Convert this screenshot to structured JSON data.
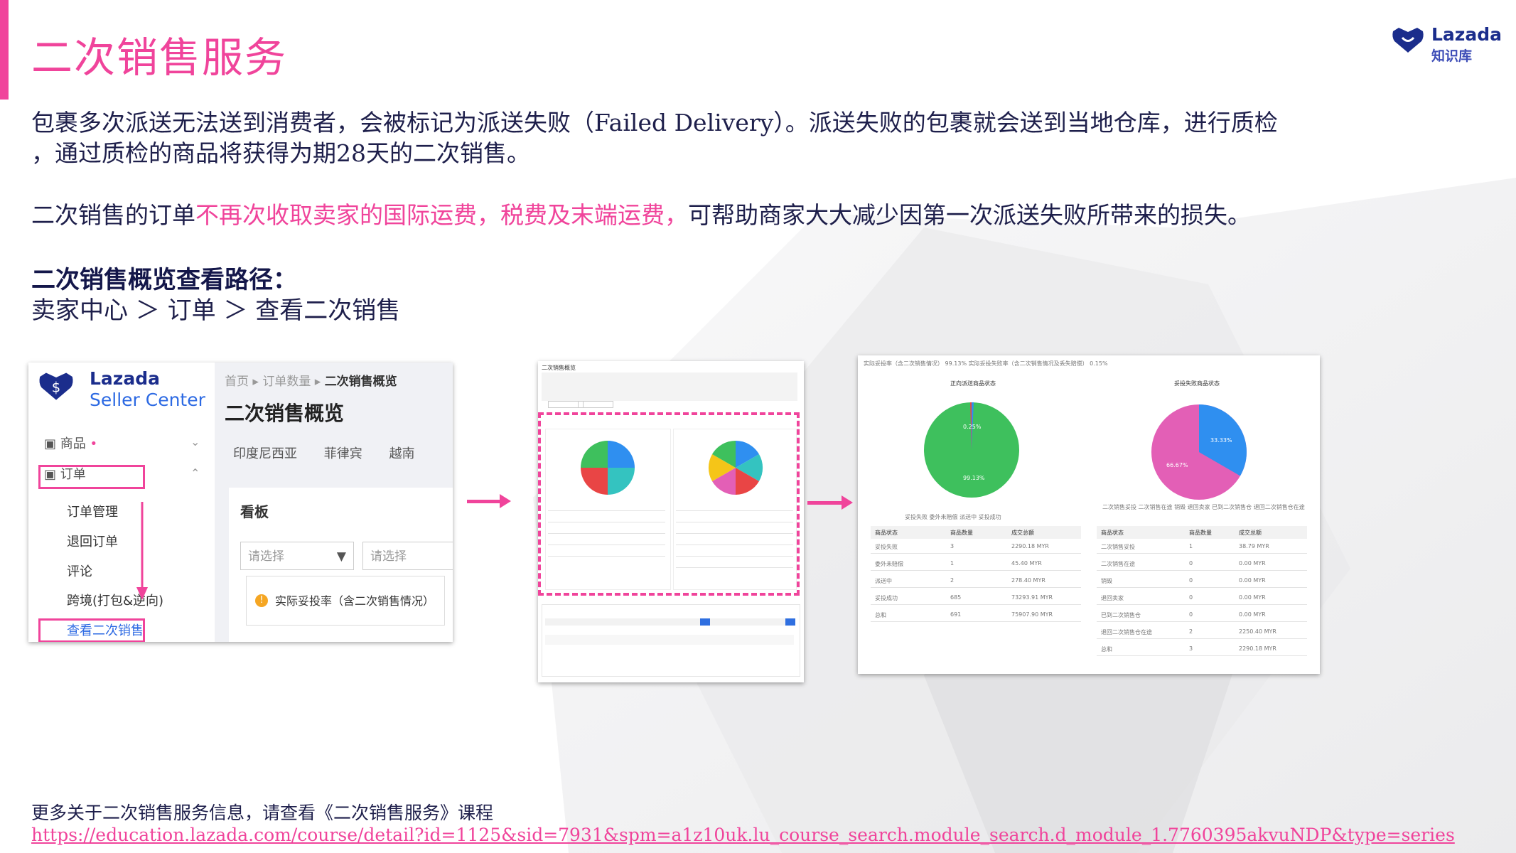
{
  "title": "二次销售服务",
  "logo": {
    "brand": "Lazada",
    "sub": "知识库"
  },
  "intro": {
    "line1": "包裹多次派送无法送到消费者，会被标记为派送失败（Failed Delivery）。派送失败的包裹就会送到当地仓库，进行质检",
    "line2": "，通过质检的商品将获得为期28天的二次销售。",
    "line3_prefix": "二次销售的订单",
    "line3_highlight": "不再次收取卖家的国际运费，税费及末端运费，",
    "line3_suffix": "可帮助商家大大减少因第一次派送失败所带来的损失。"
  },
  "path": {
    "heading": "二次销售概览查看路径：",
    "steps": "卖家中心 ＞ 订单 ＞ 查看二次销售"
  },
  "screenshot1": {
    "brand": "Lazada",
    "seller_center": "Seller Center",
    "menu": {
      "products": "商品",
      "orders": "订单",
      "order_mgmt": "订单管理",
      "returns": "退回订单",
      "reviews": "评论",
      "crossborder": "跨境(打包&逆向)",
      "view_resale": "查看二次销售"
    },
    "breadcrumb": {
      "home": "首页",
      "orders": "订单数量",
      "current": "二次销售概览"
    },
    "heading": "二次销售概览",
    "tabs": [
      "印度尼西亚",
      "菲律宾",
      "越南"
    ],
    "board_title": "看板",
    "select1": "请选择",
    "select2": "请选择",
    "notice": "实际妥投率（含二次销售情况）"
  },
  "screenshot2": {
    "title": "二次销售概览"
  },
  "screenshot3": {
    "header": "实际妥投率（含二次销售情况） 99.13%   实际妥投失败率（含二次销售情况及丢失赔偿） 0.15%",
    "left_chart_title": "正向派送商品状态",
    "right_chart_title": "妥投失败商品状态",
    "left_pie_labels": [
      "0.25%",
      "99.13%"
    ],
    "right_pie_labels": [
      "33.33%",
      "66.67%"
    ],
    "left_legend": "妥投失败  委外未赔偿  派送中  妥投成功",
    "right_legend": "二次销售妥投  二次销售在途  销毁  退回卖家  已到二次销售仓  退回二次销售仓在途",
    "table_headers": [
      "商品状态",
      "商品数量",
      "成交总额"
    ],
    "left_rows": [
      [
        "妥投失败",
        "3",
        "2290.18 MYR"
      ],
      [
        "委外未赔偿",
        "1",
        "45.40 MYR"
      ],
      [
        "派送中",
        "2",
        "278.40 MYR"
      ],
      [
        "妥投成功",
        "685",
        "73293.91 MYR"
      ],
      [
        "总和",
        "691",
        "75907.90 MYR"
      ]
    ],
    "right_rows": [
      [
        "二次销售妥投",
        "1",
        "38.79 MYR"
      ],
      [
        "二次销售在途",
        "0",
        "0.00 MYR"
      ],
      [
        "销毁",
        "0",
        "0.00 MYR"
      ],
      [
        "退回卖家",
        "0",
        "0.00 MYR"
      ],
      [
        "已到二次销售仓",
        "0",
        "0.00 MYR"
      ],
      [
        "退回二次销售仓在途",
        "2",
        "2250.40 MYR"
      ],
      [
        "总和",
        "3",
        "2290.18 MYR"
      ]
    ]
  },
  "footer": {
    "more": "更多关于二次销售服务信息，请查看《二次销售服务》课程",
    "link": "https://education.lazada.com/course/detail?id=1125&sid=7931&spm=a1z10uk.lu_course_search.module_search.d_module_1.7760395akvuNDP&type=series"
  },
  "colors": {
    "accent": "#f0449b",
    "navy": "#1e1f4b",
    "brand_blue": "#1b2d8c",
    "pie_green": "#3ec05d",
    "pie_blue": "#2f8ff0",
    "pie_pink": "#e35fb6"
  }
}
